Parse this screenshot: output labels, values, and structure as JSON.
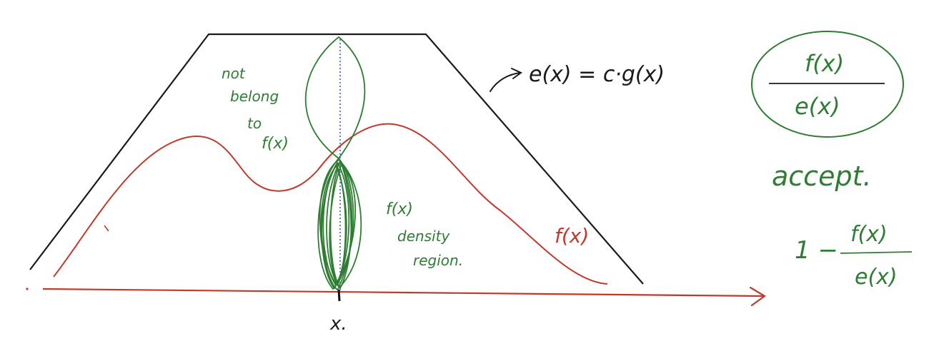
{
  "colors": {
    "background": "#ffffff",
    "black_ink": "#1a1a1a",
    "green_ink": "#2e7d32",
    "red_ink": "#c0392b",
    "blue_dotted": "#3b5bd6"
  },
  "labels": {
    "not_belong_line1": "not",
    "not_belong_line2": "belong",
    "not_belong_line3": "to",
    "not_belong_line4": "f(x)",
    "envelope_eq": "e(x) = c·g(x)",
    "density_line1": "f(x)",
    "density_line2": "density",
    "density_line3": "region.",
    "fx_curve": "f(x)",
    "x_mark": "x.",
    "ratio_num": "f(x)",
    "ratio_den": "e(x)",
    "accept": "accept.",
    "reject_one": "1 −",
    "reject_num": "f(x)",
    "reject_den": "e(x)"
  }
}
